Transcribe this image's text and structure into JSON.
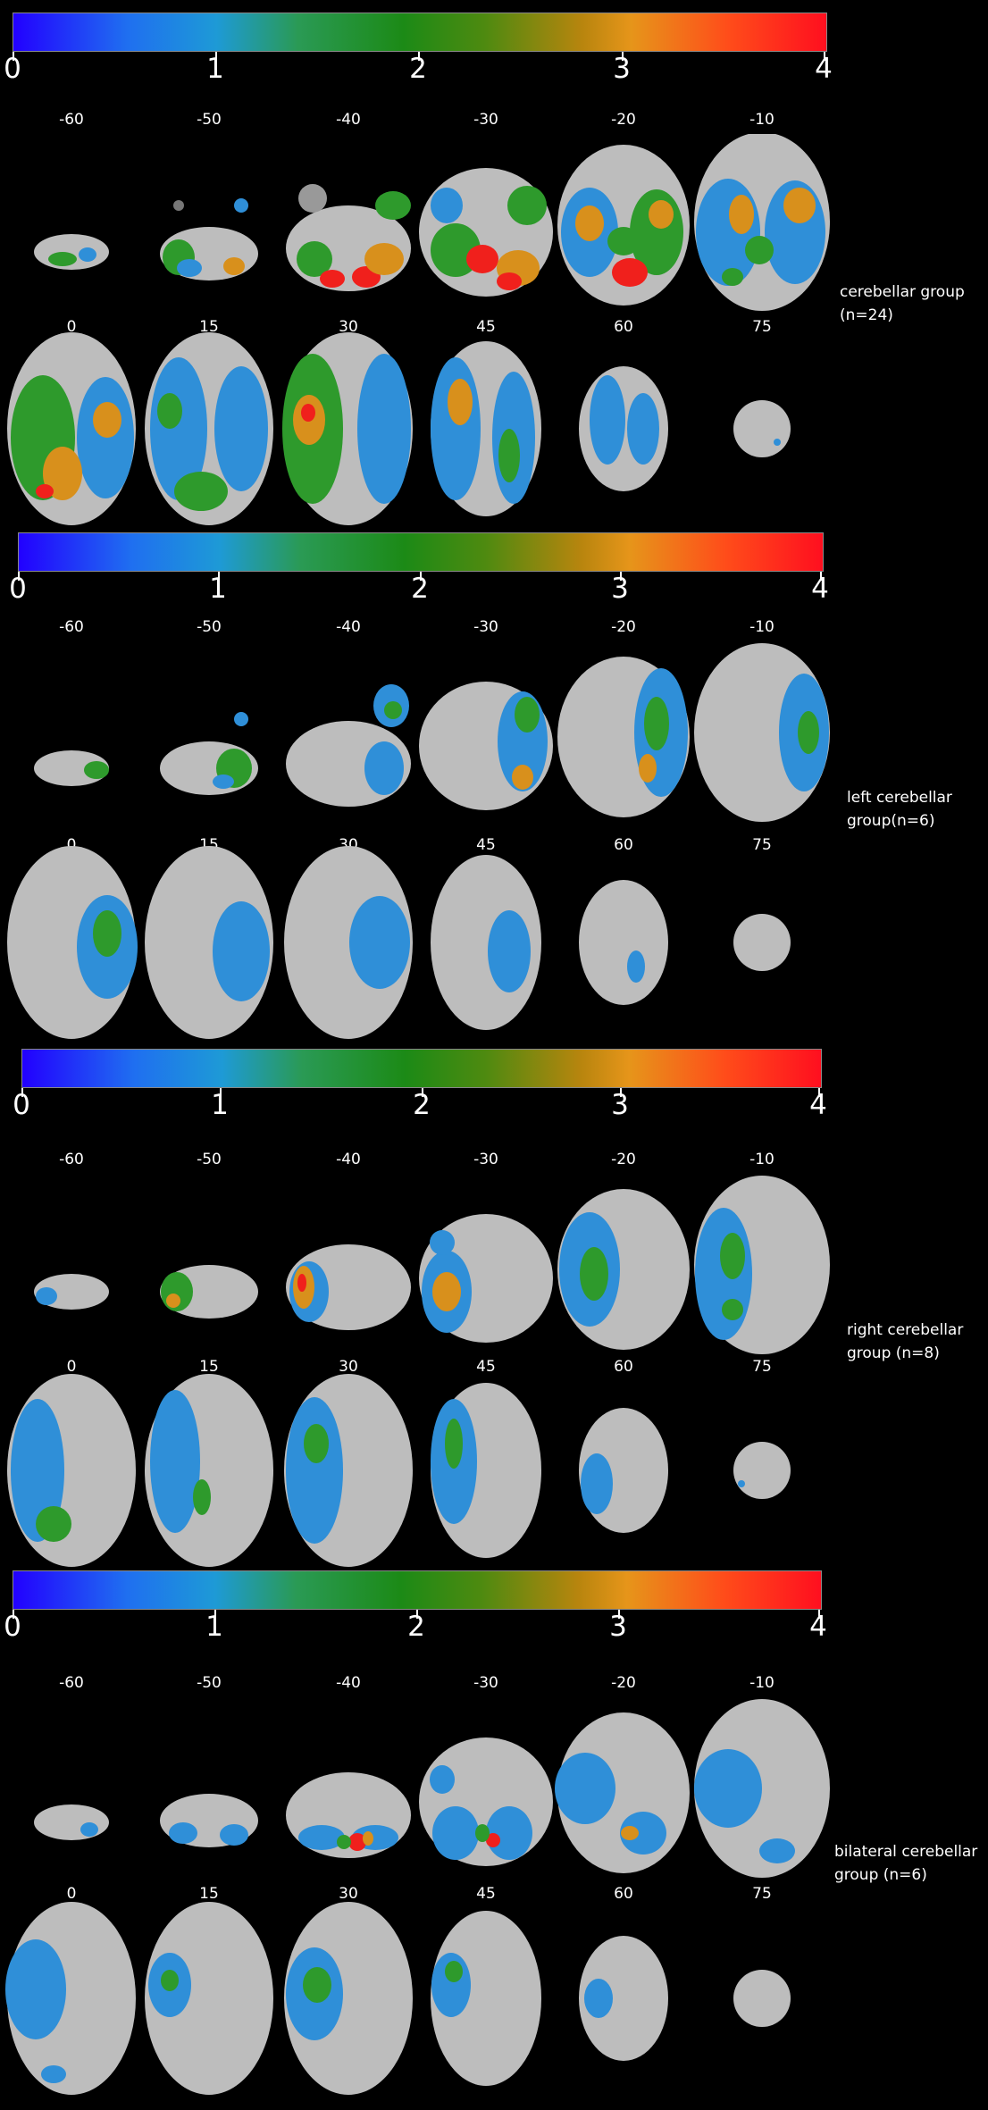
{
  "colorbar": {
    "ticks": [
      "0",
      "1",
      "2",
      "3",
      "4"
    ],
    "colors": [
      "#2200ff",
      "#1e9ad6",
      "#1c8a16",
      "#e6951a",
      "#ff0f1f"
    ]
  },
  "slice_labels": {
    "row1": [
      "-60",
      "-50",
      "-40",
      "-30",
      "-20",
      "-10"
    ],
    "row2": [
      "0",
      "15",
      "30",
      "45",
      "60",
      "75"
    ]
  },
  "groups": [
    {
      "label": "cerebellar group\n(n=24)"
    },
    {
      "label": "left cerebellar\ngroup(n=6)"
    },
    {
      "label": "right cerebellar\ngroup (n=8)"
    },
    {
      "label": "bilateral cerebellar\ngroup (n=6)"
    }
  ],
  "overlay_colors": {
    "blue": "#2f8fd8",
    "green": "#2e9a2c",
    "orange": "#d8901c",
    "red": "#f0201c"
  }
}
